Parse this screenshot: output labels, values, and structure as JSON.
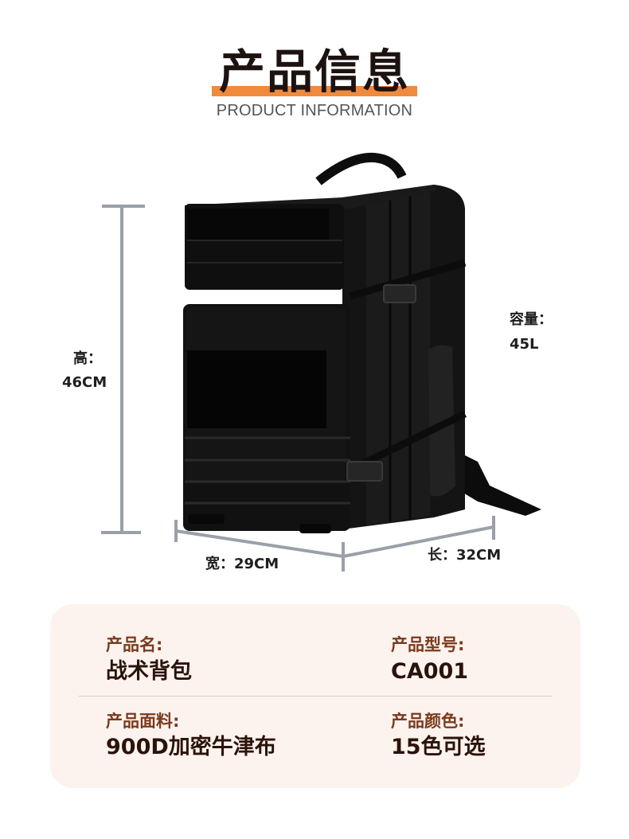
{
  "header": {
    "title_cn": "产品信息",
    "title_en": "PRODUCT INFORMATION",
    "accent_color": "#f08a3c"
  },
  "dimensions": {
    "height_label": "高：",
    "height_value": "46CM",
    "capacity_label": "容量：",
    "capacity_value": "45L",
    "width_label": "宽：29CM",
    "length_label": "长：32CM"
  },
  "product_image": "black-tactical-backpack",
  "specs": {
    "name_label": "产品名:",
    "name_value": "战术背包",
    "model_label": "产品型号:",
    "model_value": "CA001",
    "fabric_label": "产品面料:",
    "fabric_value": "900D加密牛津布",
    "color_label": "产品颜色:",
    "color_value": "15色可选"
  }
}
